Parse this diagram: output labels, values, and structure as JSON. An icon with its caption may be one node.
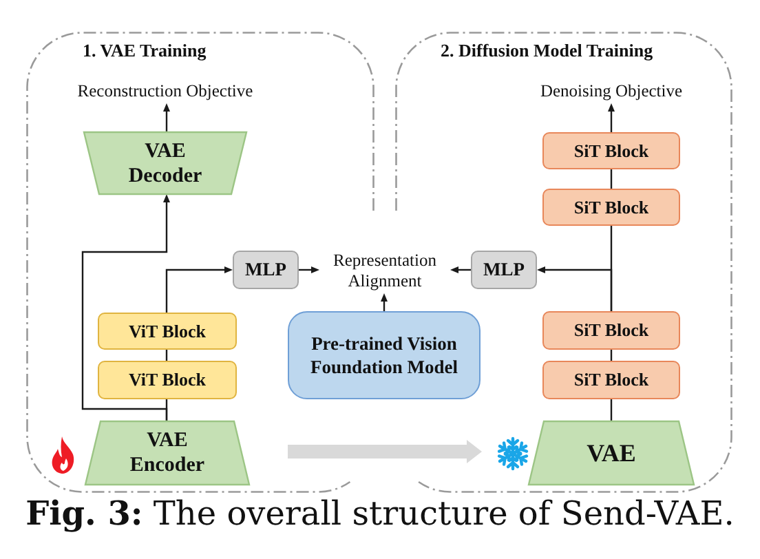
{
  "diagram": {
    "caption": "**Fig. 3:** The overall structure of Send-VAE.",
    "nodes": [
      {
        "text": [
          "1. VAE Training"
        ]
      },
      {
        "text": [
          "2. Diffusion Model Training"
        ]
      },
      {
        "text": [
          "Reconstruction Objective"
        ],
        "in": 0
      },
      {
        "text": [
          "VAE Decoder"
        ],
        "in": 0
      },
      {
        "text": [
          "Denoising Objective"
        ],
        "in": 1
      },
      {
        "text": [
          "SiT Block"
        ],
        "in": 1
      },
      {
        "text": [
          "SiT Block"
        ],
        "in": 1
      },
      {
        "text": [
          "MLP"
        ],
        "in": 0
      },
      {
        "text": [
          "Representation Alignment"
        ]
      },
      {
        "text": [
          "MLP"
        ],
        "in": 1
      },
      {
        "text": [
          "ViT Block"
        ],
        "in": 0
      },
      {
        "text": [
          "ViT Block"
        ],
        "in": 0
      },
      {
        "text": [
          "Pre-trained Vision Foundation Model"
        ]
      },
      {
        "text": [
          "SiT Block"
        ],
        "in": 1
      },
      {
        "text": [
          "SiT Block"
        ],
        "in": 1
      },
      {
        "text": [
          "VAE Encoder"
        ],
        "in": 0
      },
      {
        "text": [
          "VAE"
        ],
        "in": 1
      }
    ],
    "edges": [
      {
        "from": 3,
        "to": 2,
        "arrow": "to"
      },
      {
        "from": 5,
        "to": 4,
        "arrow": "to"
      },
      {
        "from": 6,
        "to": 5,
        "arrow": "none"
      },
      {
        "from": 7,
        "to": 8,
        "arrow": "to"
      },
      {
        "from": 9,
        "to": 8,
        "arrow": "to"
      },
      {
        "from": 12,
        "to": 8,
        "arrow": "to"
      },
      {
        "from": 11,
        "to": 10,
        "arrow": "none"
      },
      {
        "from": 10,
        "to": 7,
        "arrow": "to"
      },
      {
        "from": 13,
        "to": 6,
        "arrow": "none"
      },
      {
        "from": 13,
        "to": 9,
        "arrow": "to"
      },
      {
        "from": 14,
        "to": 13,
        "arrow": "none"
      },
      {
        "from": 15,
        "to": 11,
        "arrow": "none"
      },
      {
        "from": 15,
        "to": 3,
        "arrow": "to"
      },
      {
        "from": 16,
        "to": 14,
        "arrow": "none"
      },
      {
        "from": 15,
        "to": 16,
        "arrow": "to",
        "style": "thick",
        "color": "#d9d9d9"
      }
    ]
  }
}
